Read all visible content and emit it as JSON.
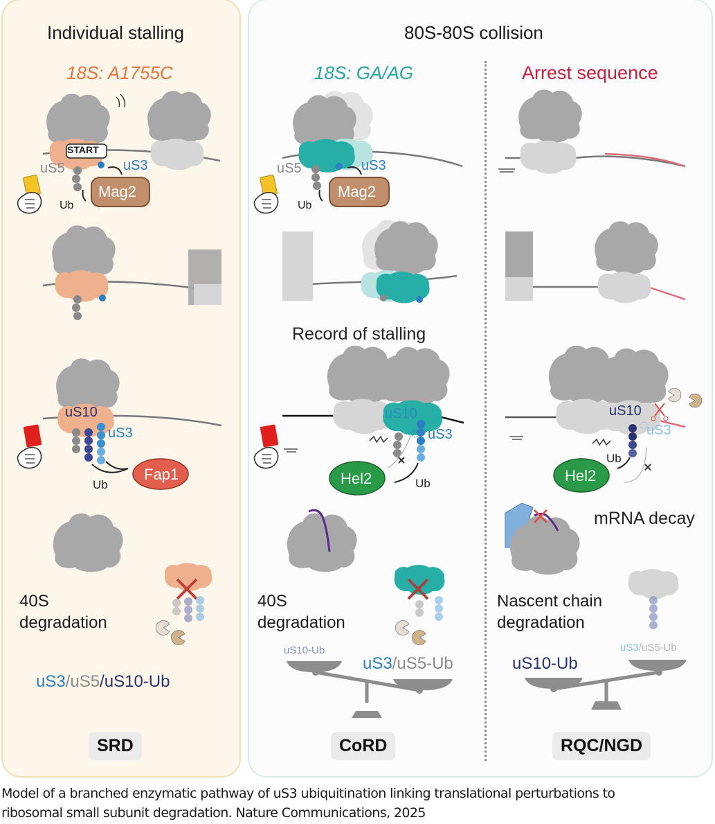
{
  "columns": {
    "left": {
      "title": "Individual stalling",
      "trigger": "18S: A1755C",
      "trigger_color": "#e8743b",
      "outcome_label_line1": "40S",
      "outcome_label_line2": "degradation",
      "ub_summary": {
        "a": "uS3",
        "sep1": "/",
        "b": "uS5",
        "sep2": "/",
        "c": "uS10-Ub"
      },
      "pathway": "SRD"
    },
    "collision_header": "80S-80S collision",
    "middle": {
      "trigger": "18S: GA/AG",
      "trigger_color": "#24a6a0",
      "step_label": "Record of stalling",
      "outcome_label_line1": "40S",
      "outcome_label_line2": "degradation",
      "scale_light": "uS10-Ub",
      "scale_heavy": {
        "a": "uS3",
        "sep": "/",
        "b": "uS5-Ub"
      },
      "pathway": "CoRD"
    },
    "right": {
      "trigger": "Arrest sequence",
      "trigger_color": "#c5213e",
      "decay_label": "mRNA decay",
      "outcome_label_line1": "Nascent chain",
      "outcome_label_line2": "degradation",
      "scale_heavy": "uS10-Ub",
      "scale_light": {
        "a": "uS3",
        "sep": "/",
        "b": "uS5-Ub"
      },
      "pathway": "RQC/NGD"
    }
  },
  "diagram_labels": {
    "start": "START",
    "us5": "uS5",
    "us3": "uS3",
    "us10": "uS10",
    "ub": "Ub",
    "mag2": "Mag2",
    "fap1": "Fap1",
    "hel2": "Hel2"
  },
  "colors": {
    "ribosome_large": "#a8a8a8",
    "ribosome_small_light": "#d6d6d6",
    "small_subunit_orange": "#efb08d",
    "small_subunit_teal": "#27afa7",
    "us3_blue": "#2b7fc2",
    "us10_navy": "#27326f",
    "us5_gray": "#8a8a8a",
    "mag2": "#c28f6c",
    "fap1": "#e25e4d",
    "hel2": "#2a9a48",
    "yellow_card": "#f5c327",
    "red_card": "#e0201e",
    "arrest_mrna": "#e06b78"
  },
  "caption": {
    "line1": "Model of a branched enzymatic pathway of uS3 ubiquitination linking translational perturbations to",
    "line2": "ribosomal small subunit degradation. Nature Communications, 2025"
  }
}
